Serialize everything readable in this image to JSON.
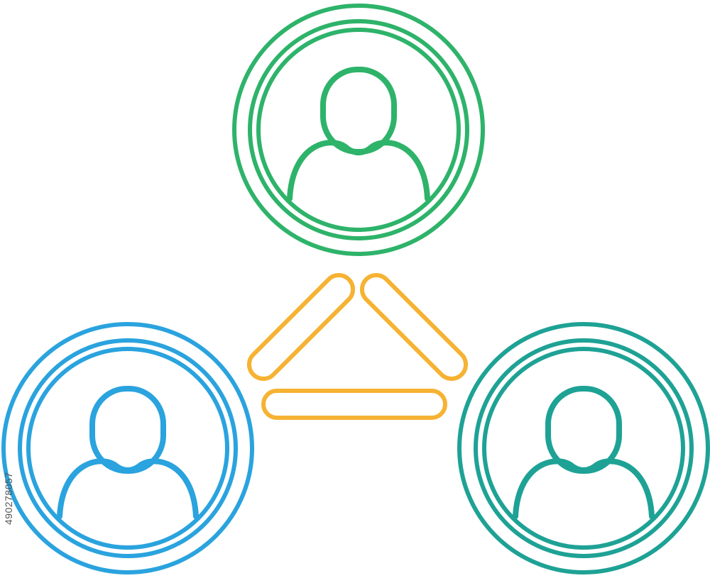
{
  "colors": {
    "top_node": "#2eb36a",
    "left_node": "#2aa3de",
    "right_node": "#1ea295",
    "connectors": "#f6b232"
  },
  "nodes": [
    {
      "id": "top",
      "icon": "user-icon"
    },
    {
      "id": "left",
      "icon": "user-icon"
    },
    {
      "id": "right",
      "icon": "user-icon"
    }
  ],
  "connectors": {
    "icon": "triangle-icon",
    "segments": 3
  },
  "watermark": {
    "text": "490278057"
  }
}
